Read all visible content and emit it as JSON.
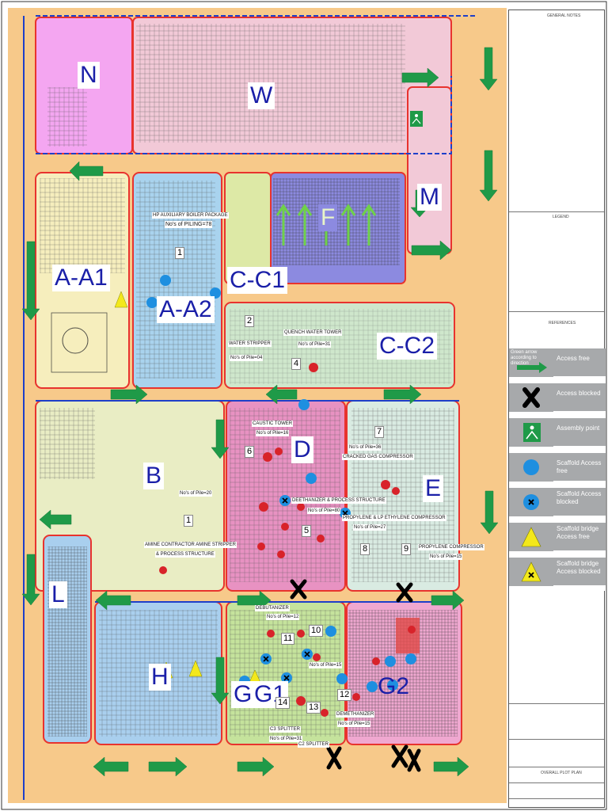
{
  "zones": {
    "N": "N",
    "W": "W",
    "M": "M",
    "AA1": "A-A1",
    "AA2": "A-A2",
    "CC1": "C-C1",
    "F": "F",
    "CC2": "C-C2",
    "B": "B",
    "D": "D",
    "E": "E",
    "L": "L",
    "H": "H",
    "G": "G",
    "G1": "G1",
    "G2": "G2"
  },
  "structures": {
    "hp_boiler": "HP AUXILIARY BOILER PACKAGE",
    "hp_boiler_piles": "No's of PILING=78",
    "water_stripper": "WATER STRIPPER",
    "water_stripper_piles": "No's of Pile=04",
    "quench": "QUENCH WATER TOWER",
    "quench_piles": "No's of Pile=31",
    "caustic": "CAUSTIC TOWER",
    "caustic_piles": "No's of Pile=16",
    "cracked_gas_piles": "No's of Pile=36",
    "cracked_gas": "CRACKED GAS COMPRESSOR",
    "deethanizer": "DEETHANIZER & PROCESS STRUCTURE",
    "deethanizer_piles": "No's of Pile=80",
    "ethylene": "PROPYLENE & LP ETHYLENE COMPRESSOR",
    "ethylene_piles": "No's of Pile=27",
    "propylene": "PROPYLENE COMPRESSOR",
    "propylene_piles": "No's of Pile=15",
    "b_piles": "No's of Pile=20",
    "amine": "AMINE CONTRACTOR AMINE STRIPPER",
    "amine2": "& PROCESS STRUCTURE",
    "debutanizer": "DEBUTANIZER",
    "debutanizer_piles": "No's of Pile=12",
    "g1_piles": "No's of Pile=15",
    "depentanizer": "DEMETHANIZER",
    "depentanizer_piles": "No's of Pile=15",
    "c3_splitter": "C3 SPLITTER",
    "c3_piles": "No's of Pile=31",
    "c3_sub": "C2 SPLITTER"
  },
  "numbers": [
    "1",
    "2",
    "4",
    "6",
    "7",
    "5",
    "8",
    "9",
    "1",
    "10",
    "11",
    "12",
    "13",
    "14"
  ],
  "legend": {
    "header_note": "Green arrow according to direction",
    "items": [
      {
        "label": "Access free",
        "icon": "green-arrow-icon"
      },
      {
        "label": "Access blocked",
        "icon": "black-x-icon"
      },
      {
        "label": "Assembly point",
        "icon": "assembly-point-icon"
      },
      {
        "label": "Scaffold Access free",
        "icon": "blue-circle-icon"
      },
      {
        "label": "Scaffold Access blocked",
        "icon": "blue-circle-x-icon"
      },
      {
        "label": "Scaffold bridge Access free",
        "icon": "yellow-triangle-icon"
      },
      {
        "label": "Scaffold bridge Access blocked",
        "icon": "yellow-triangle-x-icon"
      }
    ]
  },
  "title_block": {
    "general_notes": "GENERAL NOTES",
    "legend_heading": "LEGEND",
    "references": "REFERENCES",
    "drawing_title": "OVERALL PLOT PLAN"
  },
  "colors": {
    "road": "#f7c98a",
    "road_edge": "#e8332e",
    "access_arrow": "#1f9a48",
    "scaffold": "#1e8fe0",
    "pile": "#d8232a",
    "bridge": "#f3e81b",
    "zone_N": "#f4a6f1",
    "zone_W": "#f2c9d7",
    "zone_A1": "#f6eebd",
    "zone_A2": "#a9d3ee",
    "zone_C1": "#dde9a6",
    "zone_F": "#8c8ae0",
    "zone_CC2": "#cfe7cc",
    "zone_B": "#e9edc4",
    "zone_D": "#e892c2",
    "zone_E": "#d9ebe2",
    "zone_L": "#a9cfee",
    "zone_H": "#a9cfee",
    "zone_G1": "#c5e39c",
    "zone_G2": "#f0a8d0"
  }
}
